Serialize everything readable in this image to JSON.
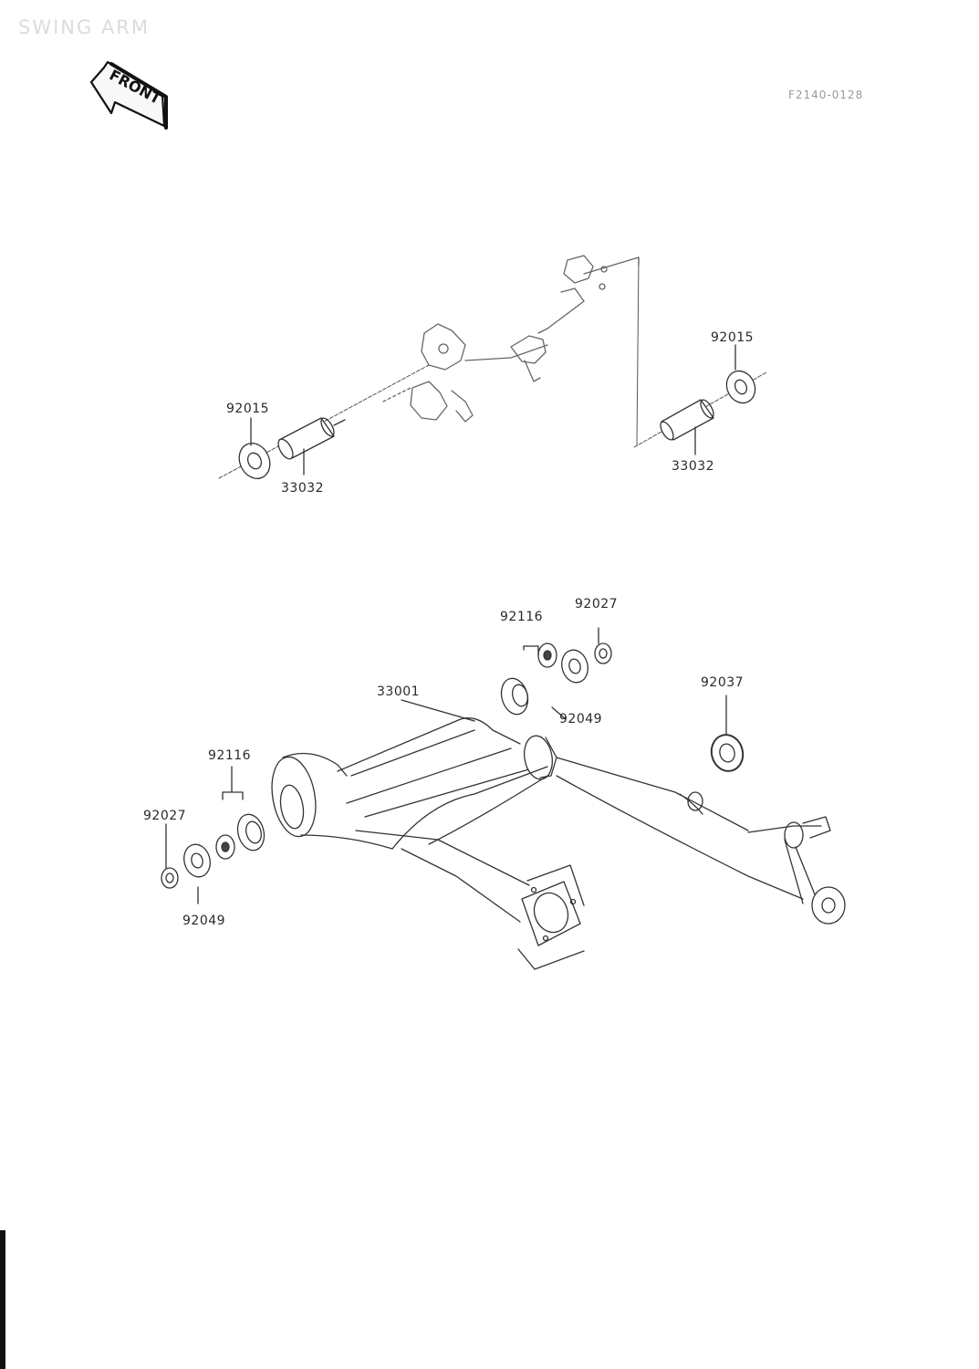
{
  "title": "SWING ARM",
  "ref_code": "F2140-0128",
  "front_sign": "FRONT",
  "parts": {
    "p92015_left": "92015",
    "p33032_left": "33032",
    "p92015_right": "92015",
    "p33032_right": "33032",
    "p92116_top": "92116",
    "p92027_top": "92027",
    "p33001": "33001",
    "p92049_top": "92049",
    "p92037": "92037",
    "p92116_left": "92116",
    "p92027_left": "92027",
    "p92049_left": "92049"
  }
}
